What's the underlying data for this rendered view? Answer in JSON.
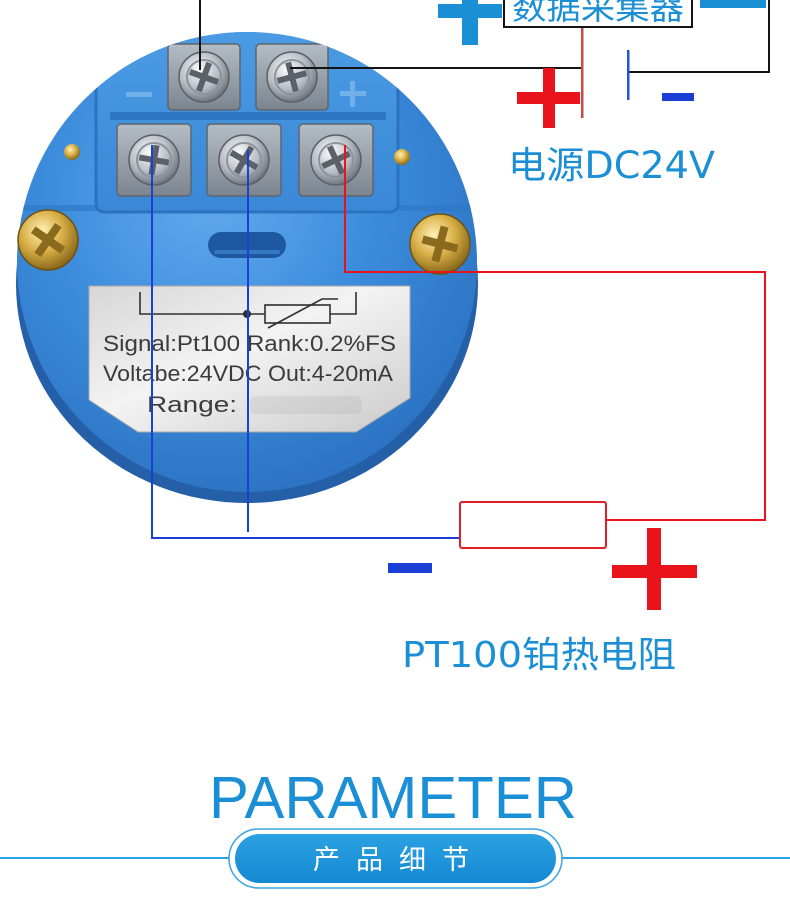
{
  "diagram": {
    "data_collector_label": "数据采集器",
    "power_supply_label": "电源DC24V",
    "sensor_label": "PT100铂热电阻"
  },
  "nameplate": {
    "line1": "Signal:Pt100 Rank:0.2%FS",
    "line2": "Voltabe:24VDC Out:4-20mA",
    "line3": "Range:"
  },
  "section_header": {
    "title": "PARAMETER",
    "badge": "产品细节"
  },
  "icons": {
    "positive_terminal": "plus-sign-icon",
    "negative_terminal": "minus-sign-icon",
    "terminal_screw": "screw-icon",
    "resistor": "resistor-icon"
  },
  "colors": {
    "accent": "#1b8fd5",
    "positive": "#e8131b",
    "negative": "#1a3fd6",
    "wire_black": "#141414"
  }
}
